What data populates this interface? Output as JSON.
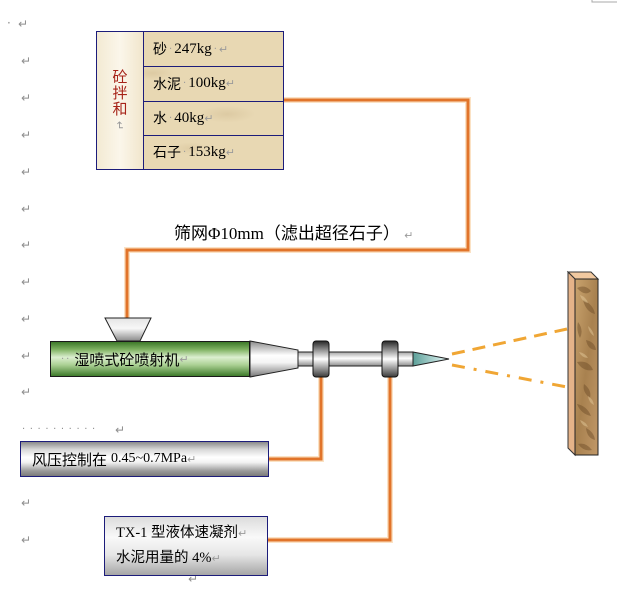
{
  "marks": {
    "paragraph": "↵",
    "space": "·",
    "leading_spaces": "··",
    "dotted_row": "··········"
  },
  "mixer_table": {
    "header": "砼拌和",
    "rows": [
      {
        "material": "砂",
        "amount": "247kg",
        "suffix": "·"
      },
      {
        "material": "水泥",
        "amount": "100kg",
        "suffix": ""
      },
      {
        "material": "水",
        "amount": "40kg",
        "suffix": ""
      },
      {
        "material": "石子",
        "amount": "153kg",
        "suffix": ""
      }
    ]
  },
  "sieve_label": "筛网Φ10mm（滤出超径石子）",
  "sprayer": {
    "label": "湿喷式砼喷射机"
  },
  "air_pressure_box": {
    "prefix": "风压控制在",
    "value": "0.45~0.7MPa"
  },
  "accelerator_box": {
    "line1": "TX-1 型液体速凝剂",
    "line2": "水泥用量的 4%"
  },
  "colors": {
    "connector": "#e1742a",
    "connector_glow": "#f8cf9e",
    "spray": "#f0a634",
    "table_border": "#1c1c7a",
    "table_header_text": "#a62318"
  }
}
